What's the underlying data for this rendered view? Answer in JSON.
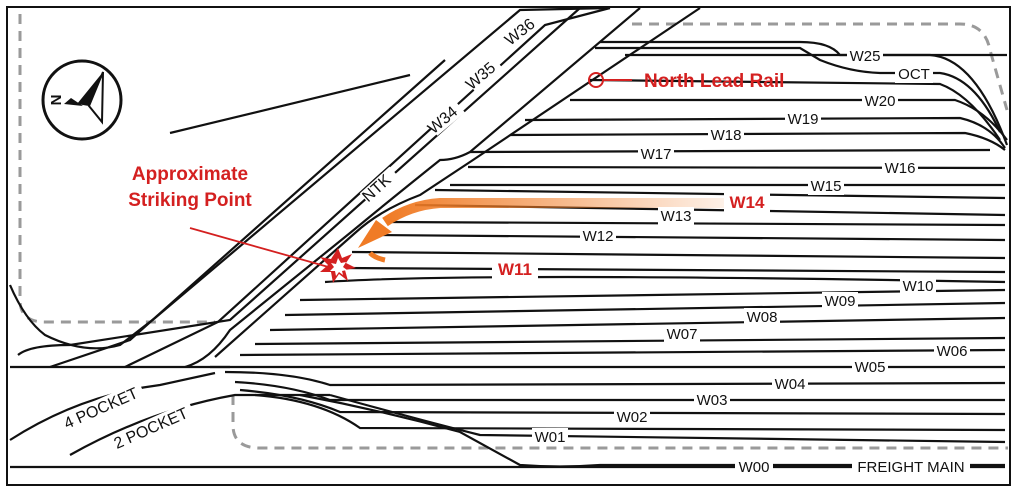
{
  "colors": {
    "track": "#111111",
    "accent": "#d42020",
    "arrow": "#f07b25",
    "dashed": "#9a9a9a"
  },
  "compass": {
    "label": "N",
    "icon": "north-arrow-icon"
  },
  "callouts": {
    "north_lead_rail": "North Lead Rail",
    "striking_point_line1": "Approximate",
    "striking_point_line2": "Striking Point",
    "highlight_track": "W14",
    "struck_track": "W11"
  },
  "diagonal_labels": [
    "W36",
    "W35",
    "W34",
    "NTK"
  ],
  "pocket_labels": [
    "4 POCKET",
    "2 POCKET"
  ],
  "tracks": {
    "W25": "W25",
    "OCT": "OCT",
    "W20": "W20",
    "W19": "W19",
    "W18": "W18",
    "W17": "W17",
    "W16": "W16",
    "W15": "W15",
    "W13": "W13",
    "W12": "W12",
    "W10": "W10",
    "W09": "W09",
    "W08": "W08",
    "W07": "W07",
    "W06": "W06",
    "W05": "W05",
    "W04": "W04",
    "W03": "W03",
    "W02": "W02",
    "W01": "W01",
    "W00": "W00",
    "FREIGHT_MAIN": "FREIGHT MAIN"
  }
}
